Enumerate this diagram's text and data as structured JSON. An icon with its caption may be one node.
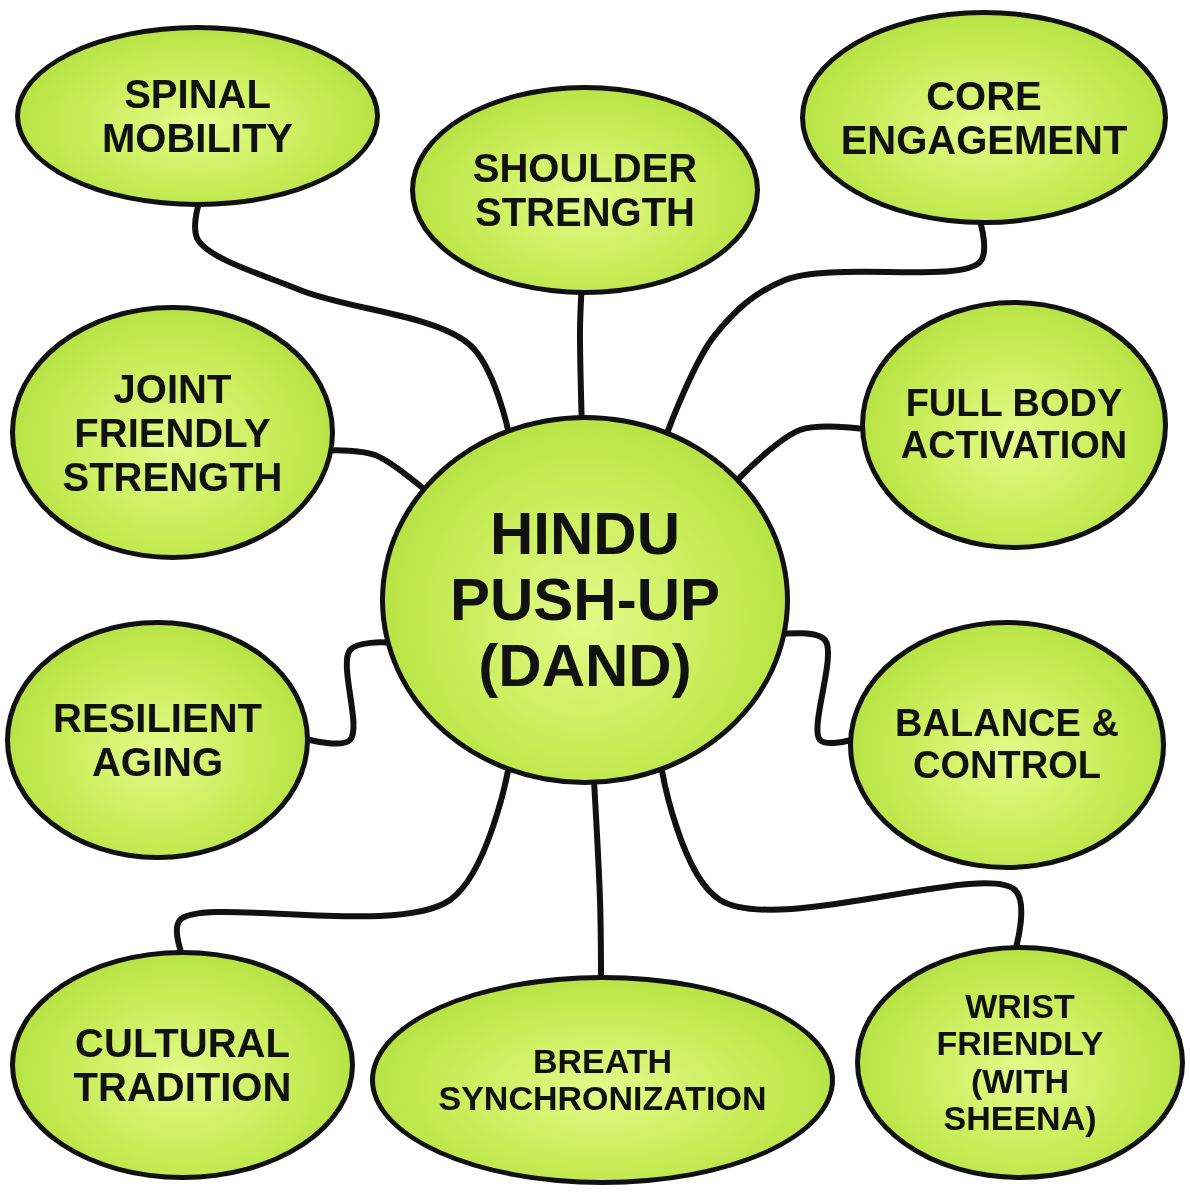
{
  "diagram": {
    "nodes": [
      {
        "text": [
          "SPINAL MOBILITY"
        ]
      },
      {
        "text": [
          "SHOULDER STRENGTH"
        ]
      },
      {
        "text": [
          "CORE ENGAGEMENT"
        ]
      },
      {
        "text": [
          "JOINT FRIENDLY STRENGTH"
        ]
      },
      {
        "text": [
          "FULL BODY ACTIVATION"
        ]
      },
      {
        "text": [
          "HINDU PUSH-UP (DAND)"
        ]
      },
      {
        "text": [
          "RESILIENT AGING"
        ]
      },
      {
        "text": [
          "BALANCE & CONTROL"
        ]
      },
      {
        "text": [
          "CULTURAL TRADITION"
        ]
      },
      {
        "text": [
          "BREATH SYNCHRONIZATION"
        ]
      },
      {
        "text": [
          "WRIST FRIENDLY (WITH SHEENA)"
        ]
      }
    ],
    "edges": [
      {
        "from": 5,
        "to": 0,
        "arrow": "none"
      },
      {
        "from": 5,
        "to": 1,
        "arrow": "none"
      },
      {
        "from": 5,
        "to": 2,
        "arrow": "none"
      },
      {
        "from": 5,
        "to": 3,
        "arrow": "none"
      },
      {
        "from": 5,
        "to": 4,
        "arrow": "none"
      },
      {
        "from": 5,
        "to": 6,
        "arrow": "none"
      },
      {
        "from": 5,
        "to": 7,
        "arrow": "none"
      },
      {
        "from": 5,
        "to": 8,
        "arrow": "none"
      },
      {
        "from": 5,
        "to": 9,
        "arrow": "none"
      },
      {
        "from": 5,
        "to": 10,
        "arrow": "none"
      }
    ]
  }
}
